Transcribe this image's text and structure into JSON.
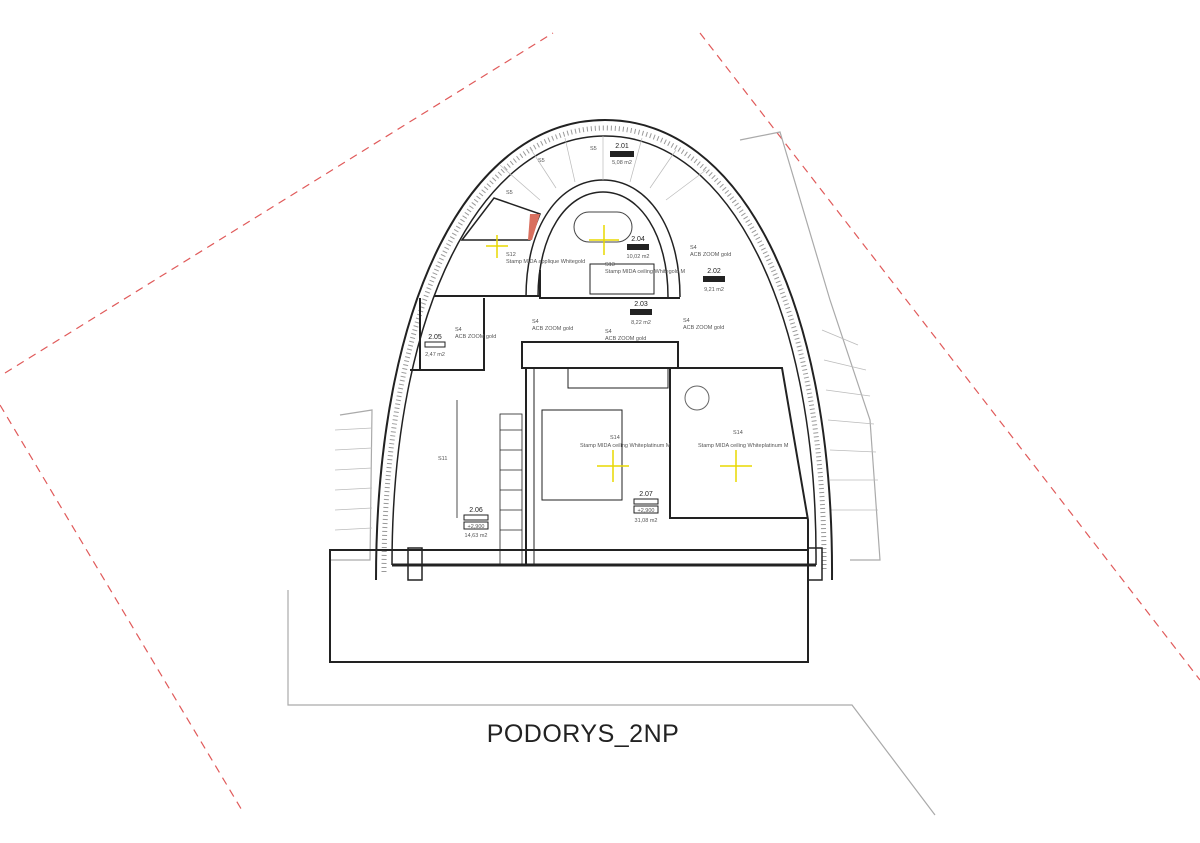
{
  "title": "PODORYS_2NP",
  "rooms": [
    {
      "id": "2.01",
      "area": "5,08 m2"
    },
    {
      "id": "2.02",
      "area": "9,21 m2"
    },
    {
      "id": "2.03",
      "area": "8,22 m2"
    },
    {
      "id": "2.04",
      "area": "10,02 m2"
    },
    {
      "id": "2.05",
      "area": "2,47 m2"
    },
    {
      "id": "2.06",
      "area": "14,63 m2",
      "level": "+2,900"
    },
    {
      "id": "2.07",
      "area": "31,08 m2",
      "level": "+2,900"
    }
  ],
  "lights": {
    "s12": {
      "code": "S12",
      "name": "Stamp MIDA applique Whitegold"
    },
    "s13": {
      "code": "S13",
      "name": "Stamp MIDA ceiling Whitegold M"
    },
    "s4": {
      "code": "S4",
      "name": "ACB ZOOM gold"
    },
    "s14": {
      "code": "S14",
      "name": "Stamp MIDA ceiling Whiteplatinum M"
    },
    "s5": {
      "code": "S5"
    },
    "s11": {
      "code": "S11"
    }
  },
  "colors": {
    "boundary": "#e05a5a",
    "wall": "#222222",
    "accent": "#d9705f",
    "light": "#e8d800"
  }
}
